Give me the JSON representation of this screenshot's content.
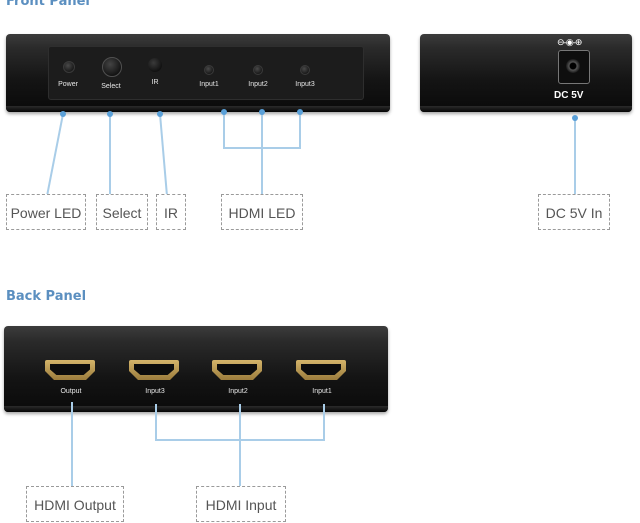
{
  "front_panel": {
    "title": "Front Panel",
    "device_labels": {
      "power": "Power",
      "select": "Select",
      "ir": "IR",
      "input1": "Input1",
      "input2": "Input2",
      "input3": "Input3"
    },
    "side": {
      "dc_symbol": "⊖-◉-⊕",
      "dc_text": "DC 5V"
    },
    "callouts": {
      "power_led": "Power LED",
      "select": "Select",
      "ir": "IR",
      "hdmi_led": "HDMI LED",
      "dc_in": "DC 5V In"
    }
  },
  "back_panel": {
    "title": "Back Panel",
    "port_labels": {
      "output": "Output",
      "input3": "Input3",
      "input2": "Input2",
      "input1": "Input1"
    },
    "callouts": {
      "hdmi_output": "HDMI Output",
      "hdmi_input": "HDMI Input"
    }
  },
  "colors": {
    "title": "#5b8fc0",
    "connector": "#a9cde8",
    "dot": "#5aa0d8",
    "label_border": "#9a9a9a",
    "label_text": "#555555"
  }
}
